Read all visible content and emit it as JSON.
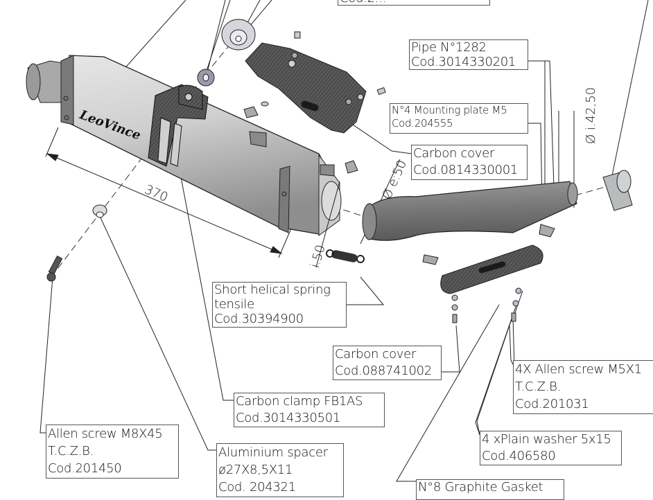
{
  "diagram": {
    "title": "LeoVince exhaust exploded view",
    "brand_logo_text": "LeoVince",
    "dimensions": {
      "muffler_length": "370",
      "inlet_inner": "i.50",
      "pipe_outer": "Ø e:50",
      "pipe_inner": "Ø i.42,50"
    },
    "labels": [
      {
        "id": "top-part",
        "lines": [
          "Cod.2..."
        ]
      },
      {
        "id": "pipe",
        "lines": [
          "Pipe  N°1282",
          "Cod.3014330201"
        ]
      },
      {
        "id": "mounting-plate",
        "lines": [
          "N°4 Mounting plate M5",
          "Cod.204555"
        ]
      },
      {
        "id": "carbon-cover-upper",
        "lines": [
          "Carbon cover",
          "Cod.0814330001"
        ]
      },
      {
        "id": "spring",
        "lines": [
          "Short helical spring",
          "tensile",
          "Cod.30394900"
        ]
      },
      {
        "id": "carbon-cover-lower",
        "lines": [
          "Carbon cover",
          "Cod.088741002"
        ]
      },
      {
        "id": "allen-screw-m5",
        "lines": [
          "4X Allen screw M5X1",
          "T.C.Z.B.",
          "Cod.201031"
        ]
      },
      {
        "id": "carbon-clamp",
        "lines": [
          "Carbon clamp FB1AS",
          "Cod.3014330501"
        ]
      },
      {
        "id": "plain-washer",
        "lines": [
          "4 xPlain washer 5x15",
          "Cod.406580"
        ]
      },
      {
        "id": "allen-screw-m8",
        "lines": [
          "Allen screw M8X45",
          "T.C.Z.B.",
          "Cod.201450"
        ]
      },
      {
        "id": "aluminium-spacer",
        "lines": [
          "Aluminium spacer",
          "ø27X8,5X11",
          "Cod. 204321"
        ]
      },
      {
        "id": "graphite-gasket",
        "lines": [
          "N°8 Graphite Gasket"
        ]
      }
    ]
  }
}
